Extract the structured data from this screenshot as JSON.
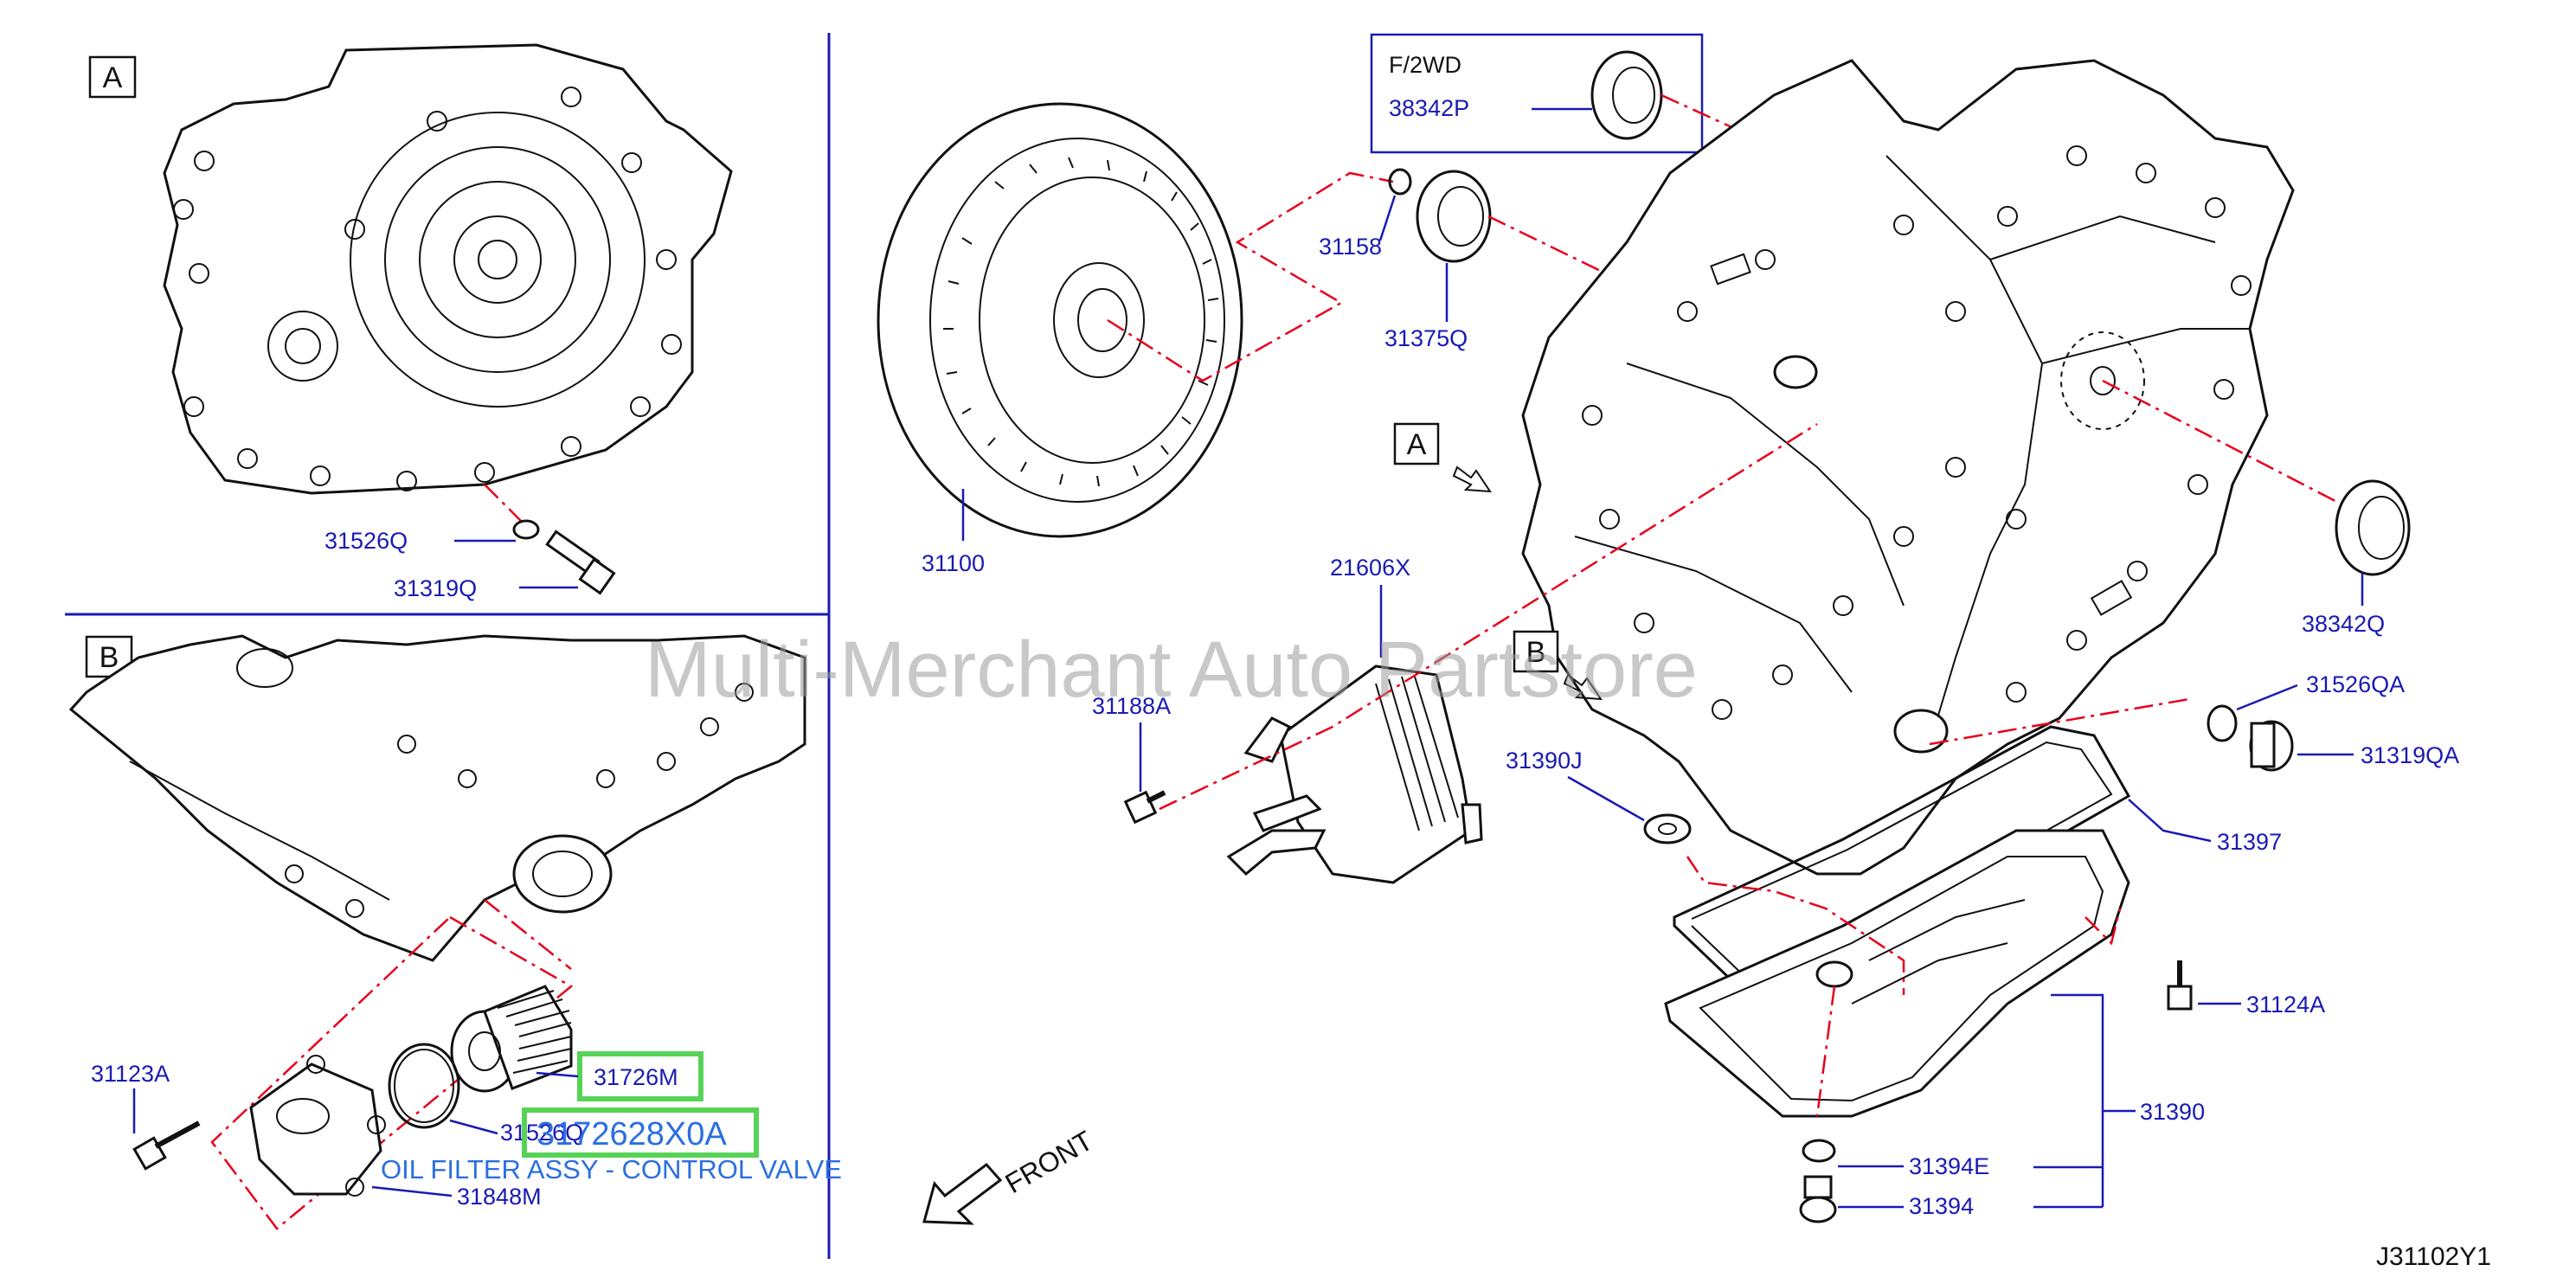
{
  "frames": {
    "a": "A",
    "b": "B",
    "view_a": "A",
    "view_b": "B"
  },
  "variant_box": {
    "title": "F/2WD",
    "part": "38342P"
  },
  "labels": {
    "p31158": "31158",
    "p31375q": "31375Q",
    "p31100": "31100",
    "p21606x": "21606X",
    "p31188a": "31188A",
    "p31390j": "31390J",
    "p38342q": "38342Q",
    "p31526qa": "31526QA",
    "p31319qa": "31319QA",
    "p31397": "31397",
    "p31124a": "31124A",
    "p31390": "31390",
    "p31394e": "31394E",
    "p31394": "31394",
    "p31526q": "31526Q",
    "p31319q": "31319Q",
    "p31123a": "31123A",
    "p31726m": "31726M",
    "p31526q_b": "31526Q",
    "p31848m": "31848M"
  },
  "highlight": {
    "part_number": "3172628X0A",
    "caption": "OIL FILTER ASSY - CONTROL VALVE"
  },
  "front_label": "FRONT",
  "diagram_code": "J31102Y1",
  "watermark": "Multi-Merchant Auto Partstore",
  "colors": {
    "callout": "#1a1ab4",
    "dash": "#e8001c",
    "highlight": "#57d357",
    "highlight_text": "#2a6fe0"
  }
}
